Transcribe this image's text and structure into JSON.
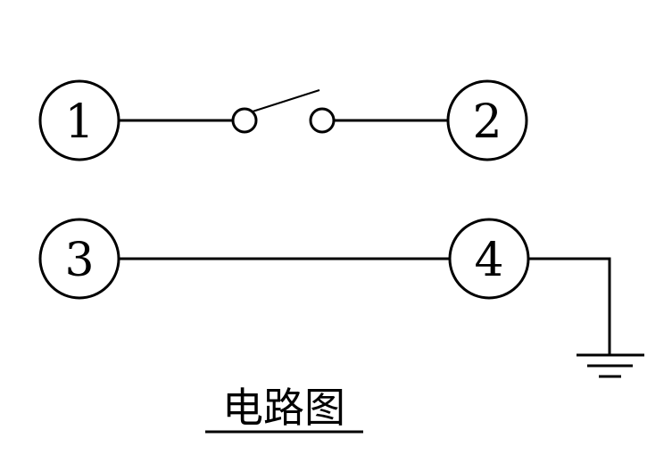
{
  "terminals": [
    {
      "id": "1",
      "label": "1"
    },
    {
      "id": "2",
      "label": "2"
    },
    {
      "id": "3",
      "label": "3"
    },
    {
      "id": "4",
      "label": "4"
    }
  ],
  "caption": "电路图",
  "connections": [
    {
      "from": "1",
      "to": "2",
      "element": "switch"
    },
    {
      "from": "3",
      "to": "4",
      "element": "wire"
    },
    {
      "from": "4",
      "to": "ground",
      "element": "ground"
    }
  ],
  "colors": {
    "line": "#000000",
    "background": "#ffffff"
  }
}
